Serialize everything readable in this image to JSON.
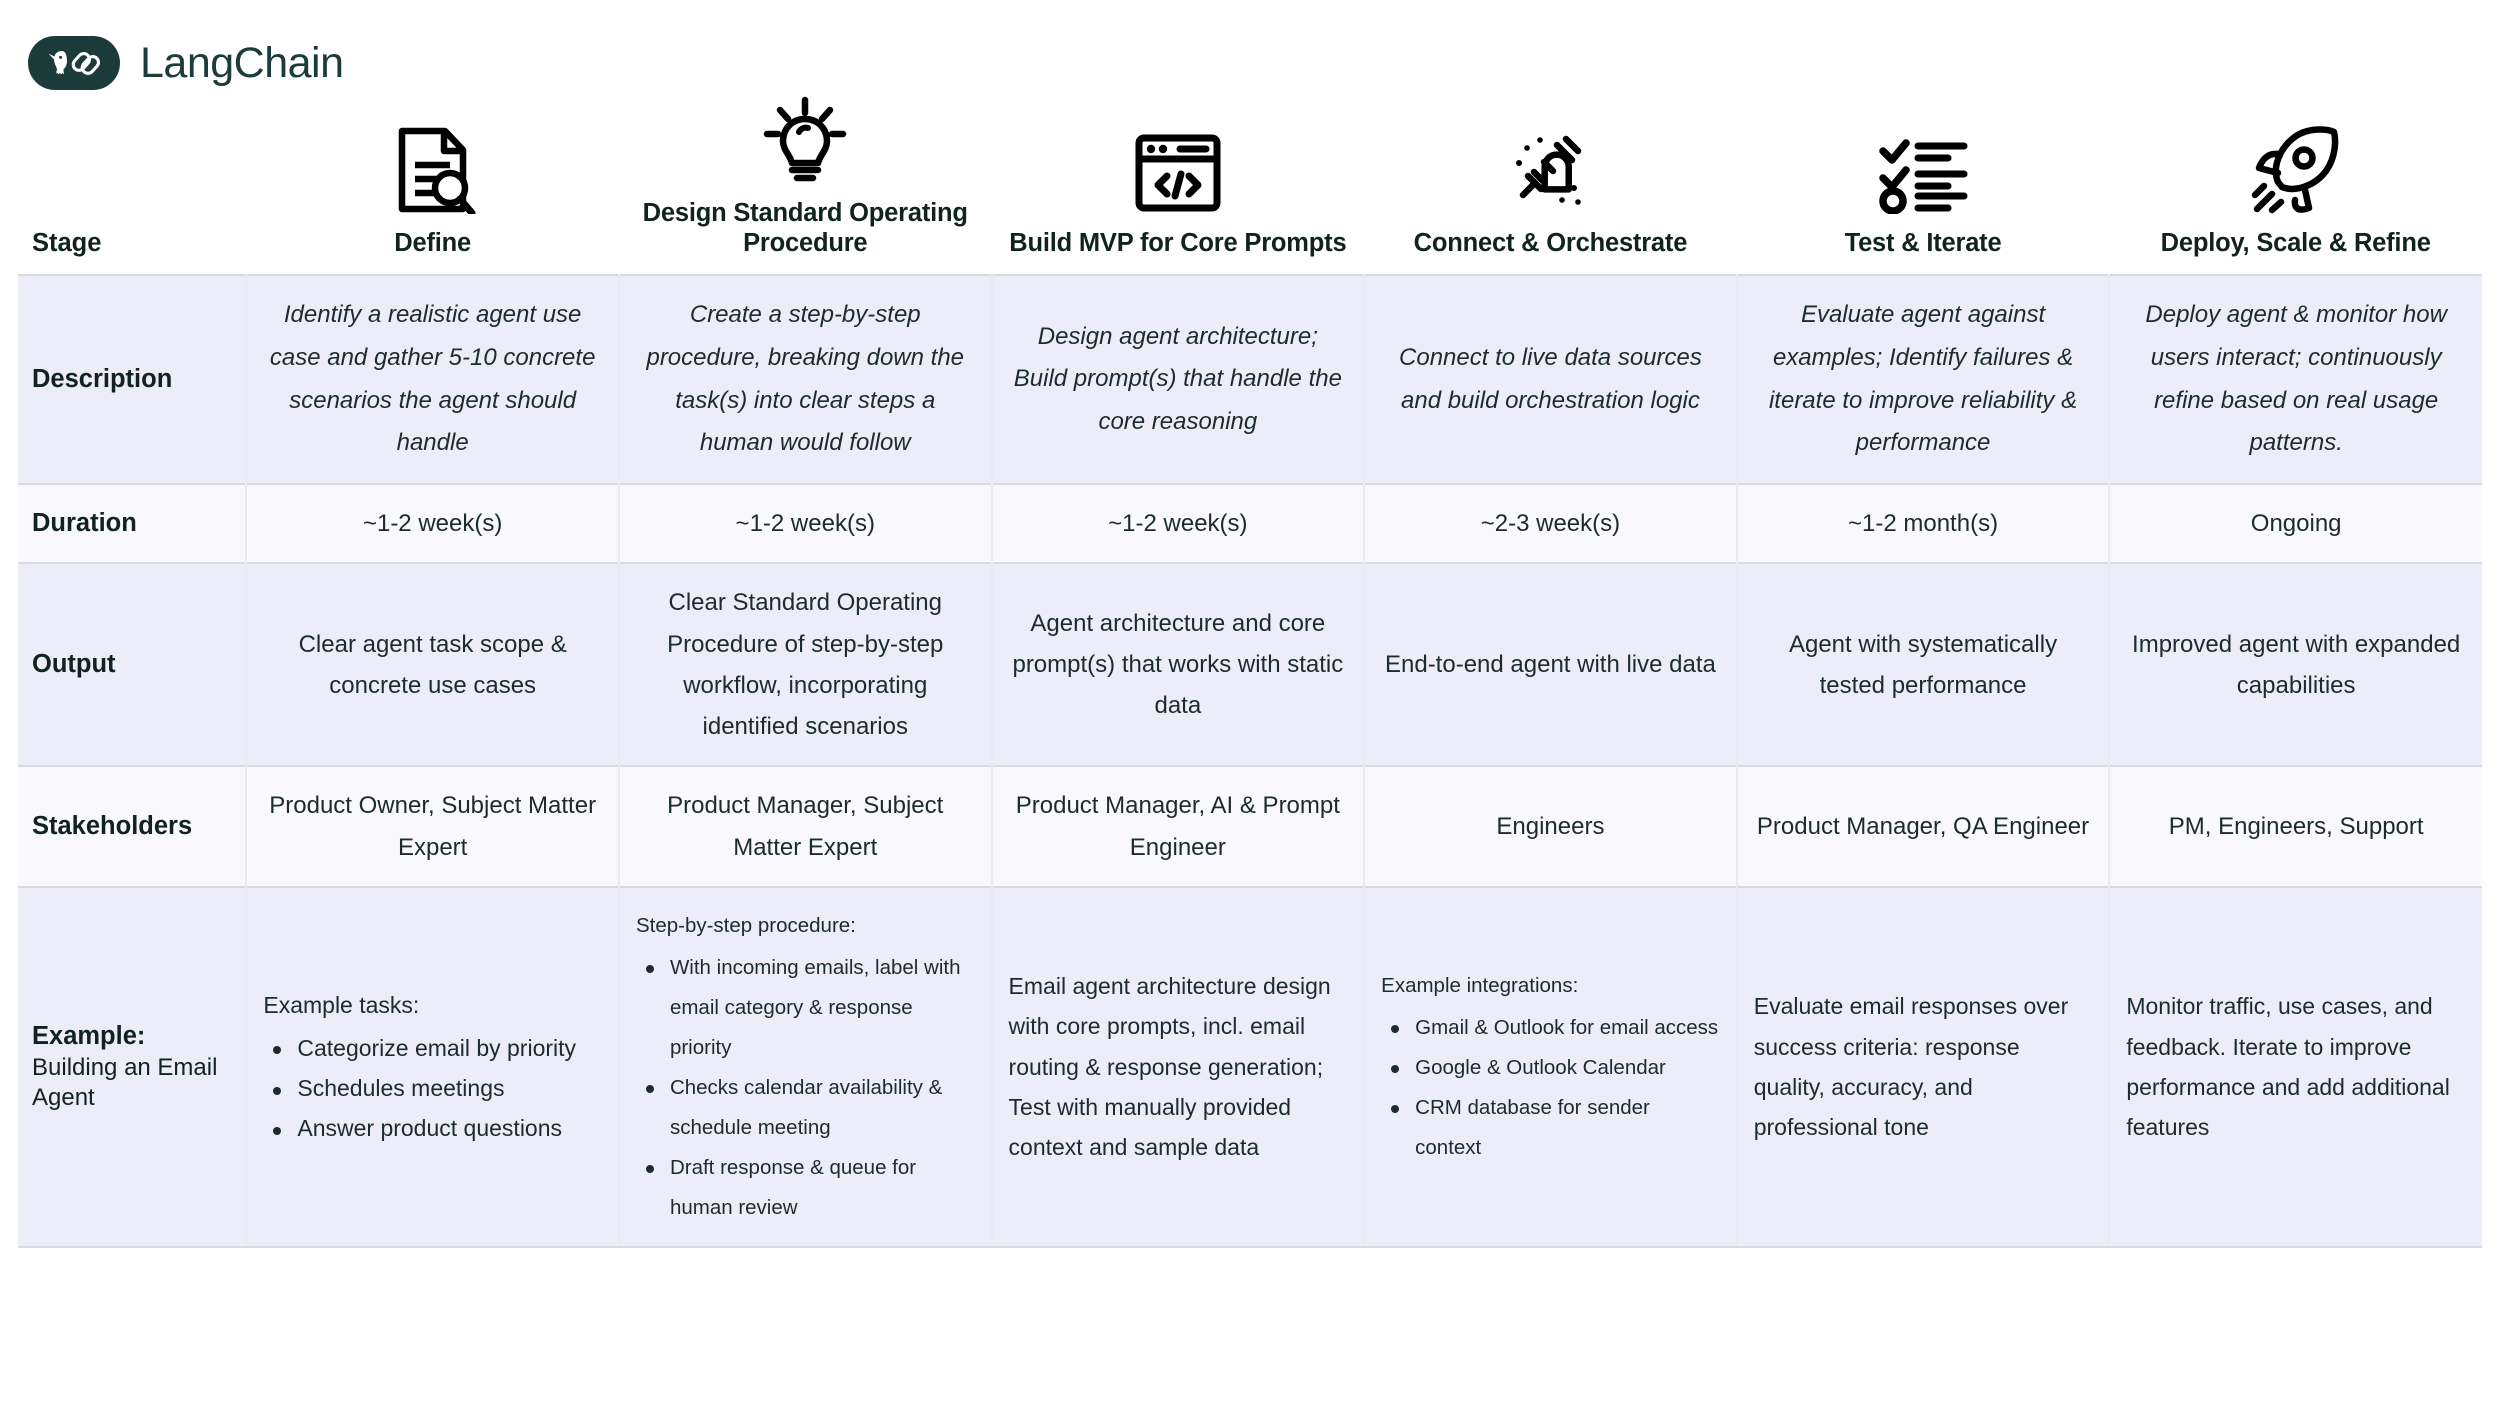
{
  "brand": {
    "name": "LangChain",
    "logo_icon": "langchain-parrot-link-icon",
    "logo_bg": "#1c3c3c"
  },
  "table": {
    "stage_label": "Stage",
    "columns": [
      {
        "icon": "document-search-icon",
        "title": "Define"
      },
      {
        "icon": "lightbulb-icon",
        "title": "Design Standard Operating Procedure"
      },
      {
        "icon": "code-window-icon",
        "title": "Build MVP for Core Prompts"
      },
      {
        "icon": "plug-connector-icon",
        "title": "Connect & Orchestrate"
      },
      {
        "icon": "checklist-icon",
        "title": "Test & Iterate"
      },
      {
        "icon": "rocket-icon",
        "title": "Deploy, Scale & Refine"
      }
    ],
    "rows": {
      "description": {
        "label": "Description",
        "cells": [
          "Identify a realistic agent use case and gather 5-10 concrete scenarios the agent should handle",
          "Create a step-by-step procedure, breaking down the task(s) into clear steps a human would follow",
          "Design agent architecture; Build prompt(s) that handle the core reasoning",
          "Connect to live data sources and build orchestration logic",
          "Evaluate agent against examples; Identify failures & iterate to improve reliability & performance",
          "Deploy agent & monitor how users interact; continuously refine based on real usage patterns."
        ]
      },
      "duration": {
        "label": "Duration",
        "cells": [
          "~1-2 week(s)",
          "~1-2 week(s)",
          "~1-2 week(s)",
          "~2-3 week(s)",
          "~1-2 month(s)",
          "Ongoing"
        ]
      },
      "output": {
        "label": "Output",
        "cells": [
          "Clear agent task scope & concrete use cases",
          "Clear Standard Operating Procedure of step-by-step workflow, incorporating identified scenarios",
          "Agent architecture and core prompt(s) that works with static data",
          "End-to-end agent with live data",
          "Agent with systematically tested performance",
          "Improved agent with expanded capabilities"
        ]
      },
      "stakeholders": {
        "label": "Stakeholders",
        "cells": [
          "Product Owner, Subject Matter Expert",
          "Product Manager, Subject Matter Expert",
          "Product Manager, AI & Prompt Engineer",
          "Engineers",
          "Product Manager, QA Engineer",
          "PM, Engineers, Support"
        ]
      },
      "example": {
        "label_strong": "Example:",
        "label_sub": "Building an Email Agent",
        "cells": [
          {
            "lead": "Example tasks:",
            "bullets": [
              "Categorize email by priority",
              "Schedules meetings",
              "Answer product questions"
            ],
            "paragraph": ""
          },
          {
            "lead": "Step-by-step procedure:",
            "bullets": [
              "With incoming emails, label with email category & response priority",
              "Checks calendar availability & schedule meeting",
              "Draft response & queue for human review"
            ],
            "paragraph": ""
          },
          {
            "lead": "",
            "bullets": [],
            "paragraph": "Email agent architecture design with core prompts, incl. email routing & response generation; Test with manually provided context and sample data"
          },
          {
            "lead": "Example integrations:",
            "bullets": [
              "Gmail & Outlook for email access",
              " Google & Outlook Calendar",
              "CRM database for sender context"
            ],
            "paragraph": ""
          },
          {
            "lead": "",
            "bullets": [],
            "paragraph": "Evaluate email responses over success criteria: response quality, accuracy, and professional tone"
          },
          {
            "lead": "",
            "bullets": [],
            "paragraph": "Monitor traffic, use cases, and feedback. Iterate to improve performance and add additional features"
          }
        ]
      }
    }
  },
  "colors": {
    "brand_dark": "#1c3c3c",
    "row_shade_dark": "#ededfa",
    "row_shade_light": "#f8f8fd",
    "text": "#1c2b2d",
    "border": "#d9d9e3"
  }
}
